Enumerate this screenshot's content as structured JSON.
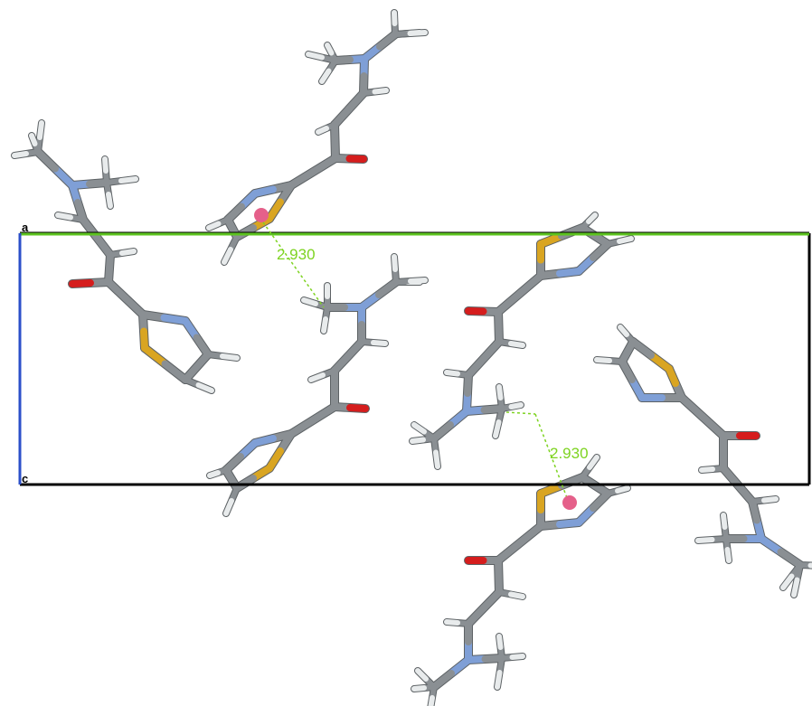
{
  "colors": {
    "carbon": "#8a8f93",
    "hydrogen": "#e8ebec",
    "nitrogen": "#7f9fd6",
    "oxygen": "#d51d1d",
    "sulfur": "#d9a522",
    "centroid": "#e5608a",
    "contact": "#7ed321",
    "axis_b": "#5cc31f",
    "axis_c": "#2b4fc9",
    "cell": "#000000"
  },
  "cell": {
    "axis_labels": {
      "a": "a",
      "c": "c"
    }
  },
  "contacts": [
    {
      "distance": "2.930"
    },
    {
      "distance": "2.930"
    }
  ]
}
